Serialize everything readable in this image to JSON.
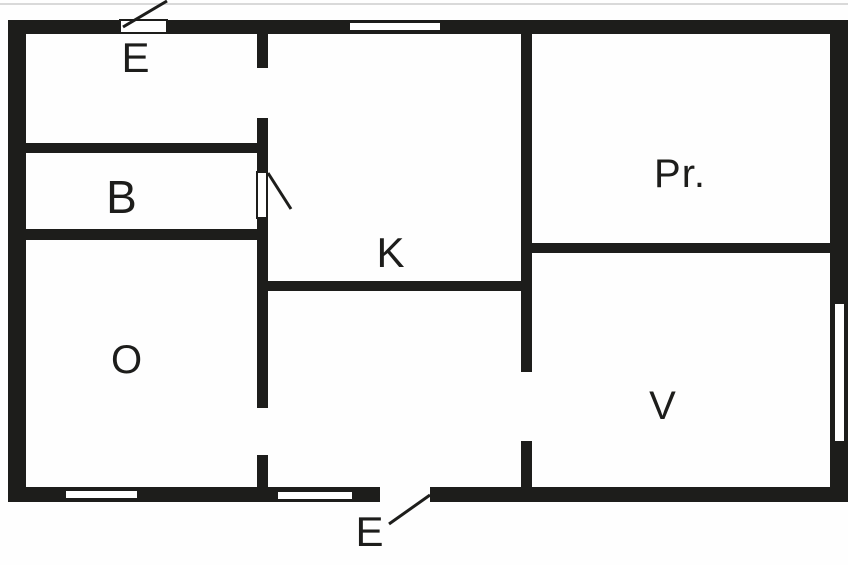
{
  "title": "apartment-floor-plan",
  "colors": {
    "ink": "#1d1d1b",
    "background": "#fefefe",
    "top_edge_line": "#d9d9d9"
  },
  "rooms": [
    {
      "id": "entrance-top",
      "label": "E"
    },
    {
      "id": "room-b",
      "label": "B"
    },
    {
      "id": "room-o",
      "label": "O"
    },
    {
      "id": "room-k",
      "label": "K"
    },
    {
      "id": "room-pr",
      "label": "Pr."
    },
    {
      "id": "room-v",
      "label": "V"
    },
    {
      "id": "entrance-bottom",
      "label": "E"
    }
  ],
  "features": {
    "doors": [
      "top-entrance-door",
      "room-b-door",
      "bottom-entrance-door"
    ],
    "open-passages": [
      "e-room-to-hall",
      "o-room-to-hall",
      "hall-to-v-room"
    ],
    "windows": [
      "top-wall-window",
      "bottom-wall-window-left",
      "bottom-wall-window-center",
      "right-wall-window"
    ]
  }
}
